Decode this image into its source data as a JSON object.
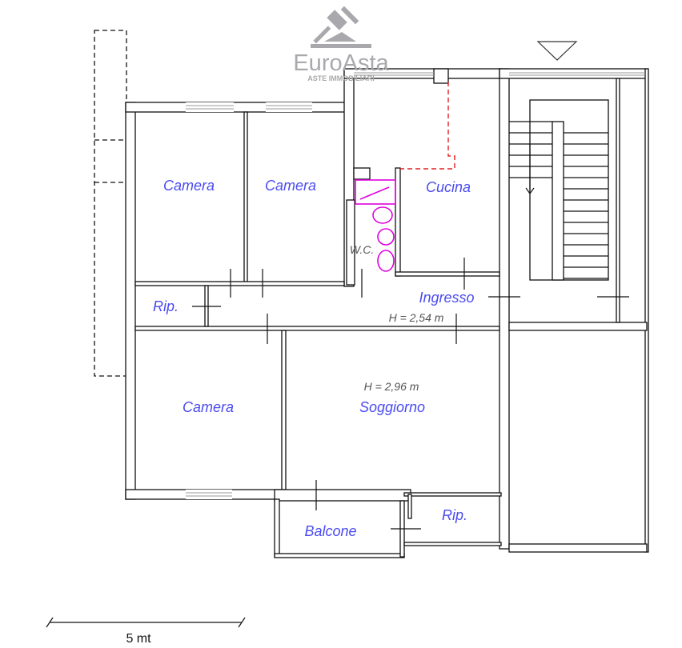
{
  "logo": {
    "name": "EuroAsta",
    "tagline": "ASTE IMMOBILIARI"
  },
  "rooms": {
    "camera_1": "Camera",
    "camera_2": "Camera",
    "cucina": "Cucina",
    "wc": "W.C.",
    "rip_1": "Rip.",
    "ingresso": "Ingresso",
    "camera_3": "Camera",
    "soggiorno": "Soggiorno",
    "balcone": "Balcone",
    "rip_2": "Rip."
  },
  "heights": {
    "ingresso": "H = 2,54 m",
    "soggiorno": "H = 2,96 m"
  },
  "scale": {
    "label": "5 mt"
  },
  "colors": {
    "room_label": "#4b4bf0",
    "fixtures": "#e000e0",
    "demolition": "#e02020"
  }
}
